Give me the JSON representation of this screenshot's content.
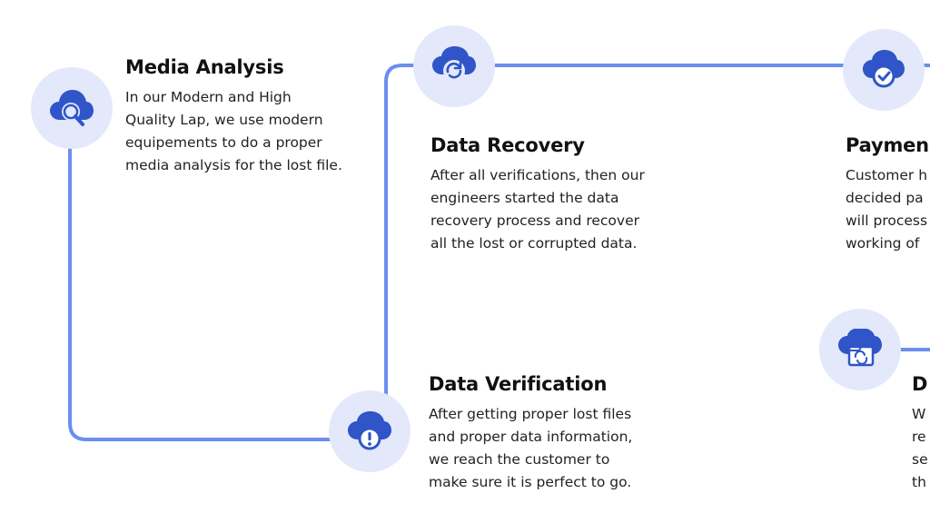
{
  "accent_color": "#6b8ef0",
  "node_fill": "#e3e8fb",
  "icon_color": "#2f55c8",
  "steps": [
    {
      "title": "Media Analysis",
      "text": "In our Modern and High\nQuality Lap, we use modern\nequipements to do a proper\nmedia analysis for the lost file.",
      "icon": "cloud-search-icon"
    },
    {
      "title": "Data Recovery",
      "text": "After all verifications, then our\nengineers started the data\nrecovery process and recover\nall the lost or corrupted data.",
      "icon": "cloud-sync-icon"
    },
    {
      "title": "Paymen",
      "text": "Customer h\ndecided pa\nwill process\nworking of",
      "icon": "cloud-check-icon"
    },
    {
      "title": "Data Verification",
      "text": "After getting proper lost files\nand proper data information,\nwe reach the customer to\nmake sure it is perfect to go.",
      "icon": "cloud-alert-icon"
    },
    {
      "title": "D",
      "text": "W\nre\nse\nth",
      "icon": "cloud-folder-icon"
    }
  ]
}
